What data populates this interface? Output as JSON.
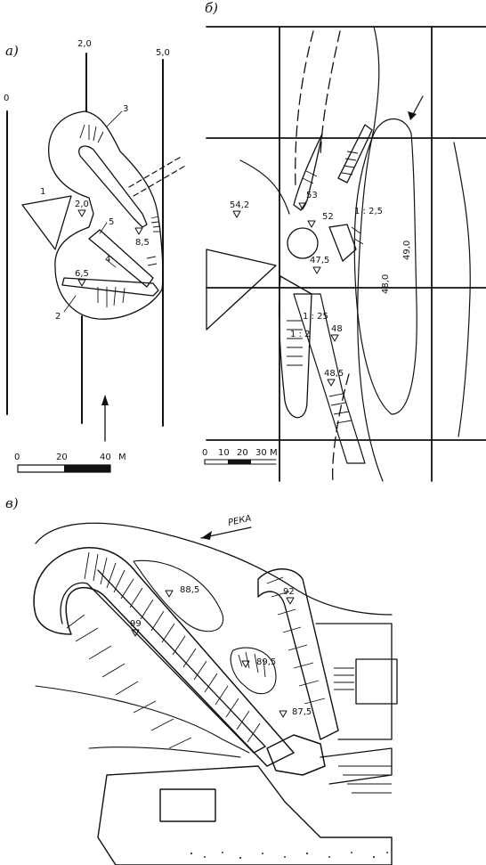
{
  "panel_a": {
    "label": "а)",
    "grid_labels": [
      "0",
      "2,0",
      "5,0"
    ],
    "numbers": [
      "1",
      "2",
      "3",
      "4",
      "5"
    ],
    "elevations": [
      "2,0",
      "8,5",
      "6,5"
    ],
    "scale": {
      "ticks": [
        "0",
        "20",
        "40"
      ],
      "unit": "M"
    }
  },
  "panel_b": {
    "label": "б)",
    "slopes": [
      "1 : 2,5",
      "1 : 25",
      "1 : 2"
    ],
    "elevations": [
      "54,2",
      "53",
      "52",
      "47,5",
      "48",
      "48,5"
    ],
    "contours": [
      "48,0",
      "49,0"
    ],
    "scale": {
      "ticks": [
        "0",
        "10",
        "20",
        "30"
      ],
      "unit": "M"
    }
  },
  "panel_v": {
    "label": "в)",
    "river": "РЕКА",
    "elevations": [
      "88,5",
      "92",
      "99",
      "89,5",
      "87,5"
    ]
  }
}
